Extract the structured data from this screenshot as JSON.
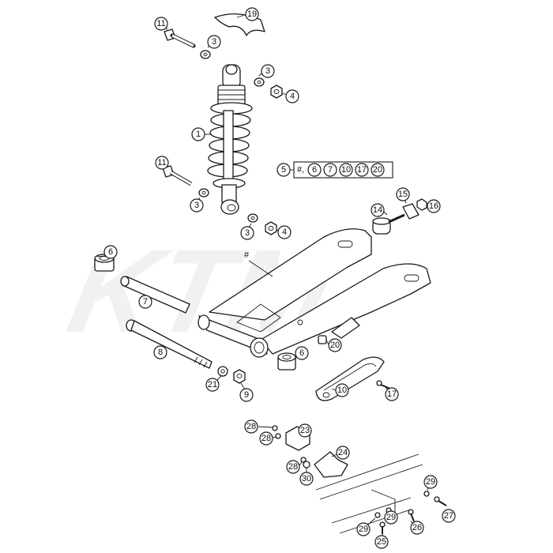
{
  "watermark": {
    "text": "KTM"
  },
  "group_box": {
    "prefix": "#,",
    "numbers": [
      "6",
      "7",
      "10",
      "17",
      "20"
    ]
  },
  "group_label": "5",
  "hash_marker": "#",
  "callouts": {
    "c19": "19",
    "c11a": "11",
    "c3a": "3",
    "c3b": "3",
    "c4a": "4",
    "c1": "1",
    "c11b": "11",
    "c3c": "3",
    "c3d": "3",
    "c4b": "4",
    "c15": "15",
    "c14": "14",
    "c16": "16",
    "c6a": "6",
    "c7": "7",
    "c8": "8",
    "c21": "21",
    "c9": "9",
    "c6b": "6",
    "c20": "20",
    "c10": "10",
    "c17": "17",
    "c28a": "28",
    "c28b": "28",
    "c23": "23",
    "c24": "24",
    "c28c": "28",
    "c30": "30",
    "c29a": "29",
    "c27": "27",
    "c26": "26",
    "c29b": "29",
    "c29c": "29",
    "c25": "25"
  }
}
